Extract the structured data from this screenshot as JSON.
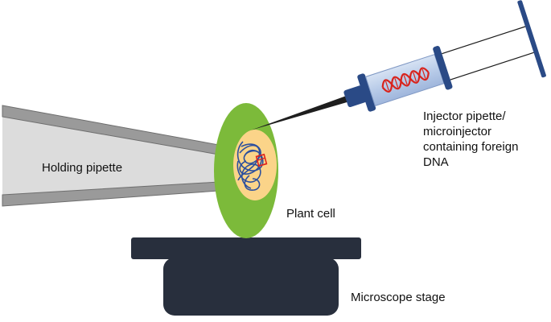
{
  "labels": {
    "holding_pipette": "Holding pipette",
    "plant_cell": "Plant cell",
    "microscope_stage": "Microscope stage",
    "injector_lines": [
      "Injector pipette/",
      "microinjector",
      "containing foreign",
      "DNA"
    ]
  },
  "colors": {
    "cell_wall": "#7cba3a",
    "nucleus": "#fbd489",
    "dna_coil": "#2b4f9e",
    "dna_insert": "#e2231a",
    "stage": "#282f3d",
    "pipette_body": "#dcdcdc",
    "pipette_edge": "#7a7a7a",
    "syringe_barrel": "#b8cbe8",
    "syringe_dark": "#2a4a86"
  },
  "icons": {
    "dna_helix": "dna-double-helix-icon",
    "foreign_dna": "foreign-dna-fragment-icon"
  }
}
